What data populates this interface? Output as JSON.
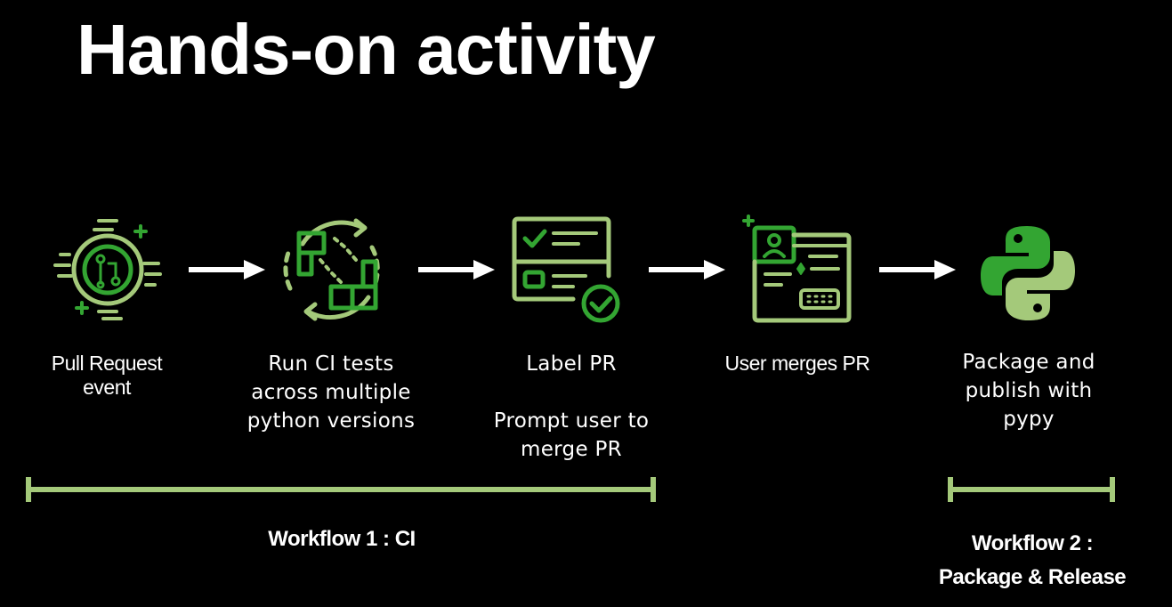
{
  "title": "Hands-on activity",
  "colors": {
    "background": "#000000",
    "light_green": "#a4c97a",
    "bright_green": "#33a532",
    "arrow": "#ffffff"
  },
  "steps": [
    {
      "icon": "pull-request-event-icon",
      "label": "Pull Request\nevent"
    },
    {
      "icon": "ci-tests-cycle-icon",
      "label": "Run CI tests\nacross multiple\npython versions"
    },
    {
      "icon": "checklist-label-icon",
      "label": "Label PR\n\nPrompt user to\nmerge PR"
    },
    {
      "icon": "user-profile-form-icon",
      "label": "User merges PR"
    },
    {
      "icon": "python-logo-icon",
      "label": "Package and\npublish with\npypy"
    }
  ],
  "workflows": [
    {
      "label": "Workflow 1 : CI"
    },
    {
      "label": "Workflow 2 :\nPackage & Release"
    }
  ]
}
